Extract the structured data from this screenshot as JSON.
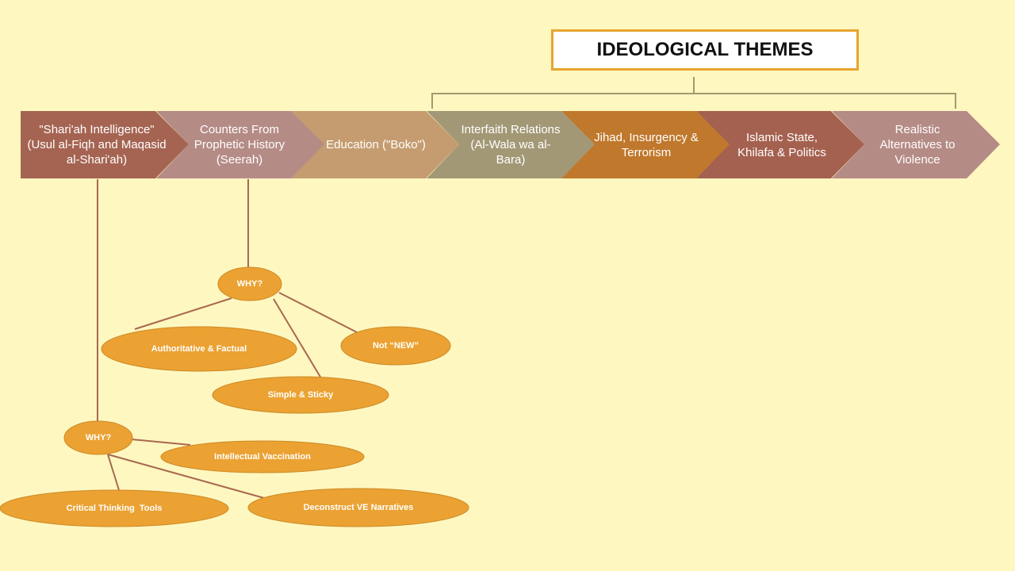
{
  "header": {
    "title": "IDEOLOGICAL THEMES"
  },
  "themes": [
    {
      "label": "\"Shari'ah Intelligence\" (Usul al-Fiqh and Maqasid al-Shari'ah)",
      "color": "#a56452"
    },
    {
      "label": "Counters From Prophetic History (Seerah)",
      "color": "#b58b86"
    },
    {
      "label": "Education (\"Boko\")",
      "color": "#c59c70"
    },
    {
      "label": "Interfaith Relations (Al-Wala wa al-Bara)",
      "color": "#a39876"
    },
    {
      "label": "Jihad, Insurgency & Terrorism",
      "color": "#c0782c"
    },
    {
      "label": "Islamic State, Khilafa & Politics",
      "color": "#a5614f"
    },
    {
      "label": "Realistic Alternatives to Violence",
      "color": "#b58b86"
    }
  ],
  "seerah_why": {
    "label": "WHY?",
    "reasons": [
      "Authoritative & Factual",
      "Not “NEW”",
      "Simple & Sticky"
    ]
  },
  "shariah_why": {
    "label": "WHY?",
    "reasons": [
      "Intellectual Vaccination",
      "Critical Thinking  Tools",
      "Deconstruct VE Narratives"
    ]
  },
  "colors": {
    "background": "#fef7c0",
    "oval": "#eba232",
    "connector": "#a8684f",
    "bracket": "#a29a70"
  }
}
